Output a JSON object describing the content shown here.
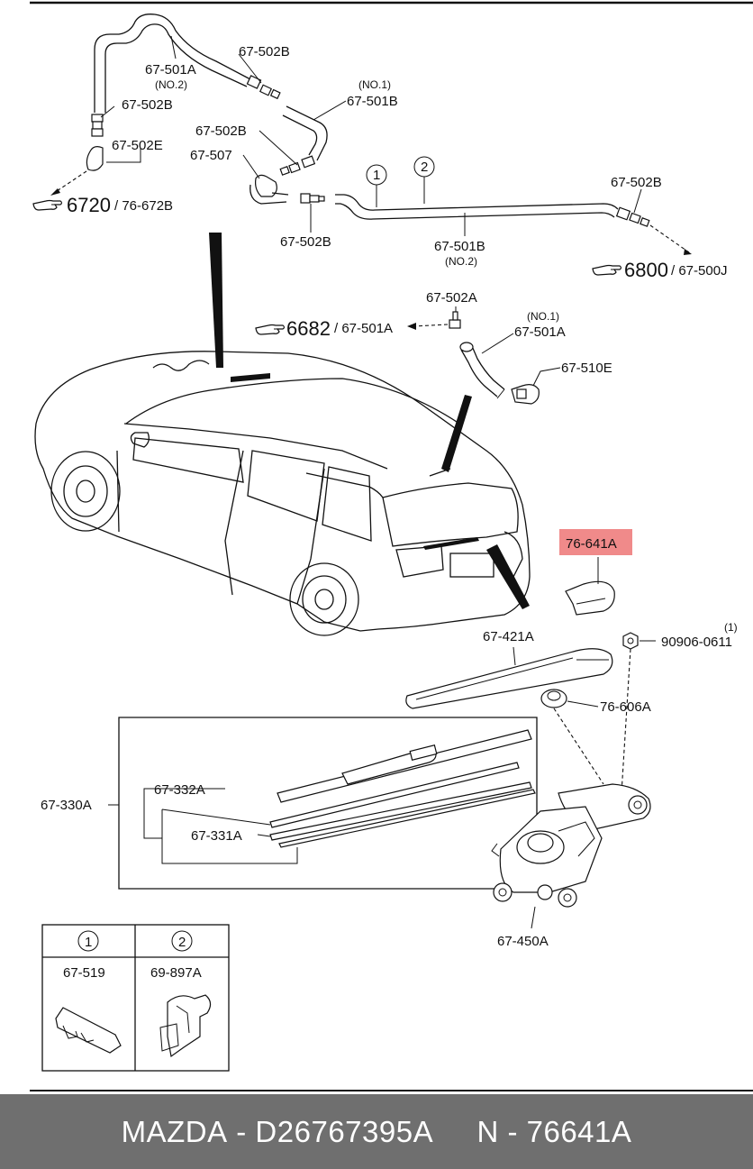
{
  "labels": {
    "l_67501A_top": "67-501A",
    "l_no2_top": "(NO.2)",
    "l_67502B_1": "67-502B",
    "l_no1_a": "(NO.1)",
    "l_67501B_top": "67-501B",
    "l_67502B_2": "67-502B",
    "l_67502B_3": "67-502B",
    "l_67507": "67-507",
    "l_67502E": "67-502E",
    "l_6720": "6720",
    "l_76672B": "/ 76-672B",
    "l_circ1": "1",
    "l_circ2": "2",
    "l_67502B_4": "67-502B",
    "l_67502B_5": "67-502B",
    "l_67501B_mid": "67-501B",
    "l_no2_mid": "(NO.2)",
    "l_6800": "6800",
    "l_67500J": "/ 67-500J",
    "l_67502A": "67-502A",
    "l_6682": "6682",
    "l_67501A_mid_ref": "/ 67-501A",
    "l_no1_b": "(NO.1)",
    "l_67501A_mid": "67-501A",
    "l_67510E": "67-510E",
    "l_76641A": "76-641A",
    "l_67421A": "67-421A",
    "l_qty1": "(1)",
    "l_90906": "90906-0611",
    "l_76606A": "76-606A",
    "l_67330A": "67-330A",
    "l_67332A": "67-332A",
    "l_67331A": "67-331A",
    "l_67450A": "67-450A"
  },
  "legend": {
    "col1_num": "1",
    "col2_num": "2",
    "col1_part": "67-519",
    "col2_part": "69-897A"
  },
  "footer": {
    "brand": "MAZDA",
    "sep1": " - ",
    "part_no": "D26767395A",
    "gap": "     ",
    "n": "N",
    "sep2": " - ",
    "ref": "76641A"
  },
  "colors": {
    "highlight": "#f08a8a",
    "footer_bg": "#6f6f6f",
    "footer_text": "#ffffff"
  },
  "icons": [
    "hand-pointer-icon"
  ]
}
